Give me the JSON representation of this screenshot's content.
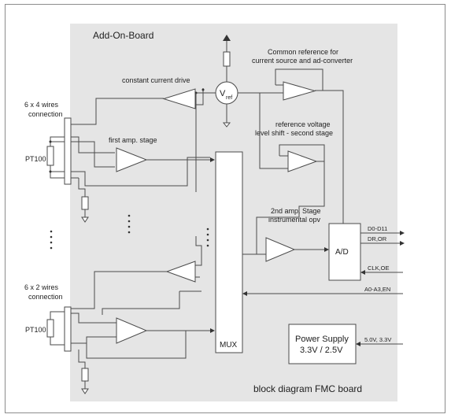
{
  "diagram": {
    "board_label": "Add-On-Board",
    "footer_label": "block diagram FMC board",
    "colors": {
      "board_fill": "#e5e5e5",
      "line": "#4a4a4a",
      "text": "#1e1e1e"
    },
    "labels": {
      "connection_top": [
        "6 x 4 wires",
        "connection"
      ],
      "connection_bottom": [
        "6 x 2 wires",
        "connection"
      ],
      "pt100_top": "PT100",
      "pt100_bottom": "PT100",
      "constant_current": "constant current drive",
      "first_amp": "first amp. stage",
      "common_ref": [
        "Common reference for",
        "current source and ad-converter"
      ],
      "ref_voltage": [
        "reference voltage",
        "level shift - second stage"
      ],
      "second_amp": [
        "2nd amp. Stage",
        "instrumental opv"
      ],
      "vref_main": "V",
      "vref_sub": "ref",
      "mux": "MUX",
      "ad": "A/D",
      "power": [
        "Power Supply",
        "3.3V / 2.5V"
      ]
    },
    "signals": {
      "d0": "D0-D11",
      "dr": "DR,OR",
      "clk": "CLK,OE",
      "addr": "A0-A3,EN",
      "volt": "5.0V, 3.3V"
    }
  }
}
